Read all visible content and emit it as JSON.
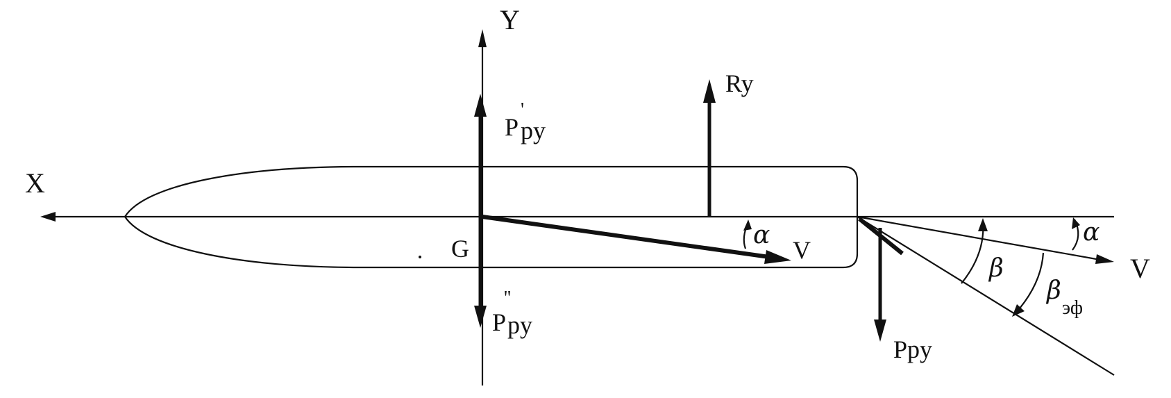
{
  "labels": {
    "x_axis": "X",
    "y_axis": "Y",
    "center": "G",
    "lift_force": "Ry",
    "force_upper_base": "P",
    "force_upper_prime": "'",
    "force_upper_sub": "py",
    "force_lower_base": "P",
    "force_lower_prime": "''",
    "force_lower_sub": "py",
    "rudder_force": "Ppy",
    "velocity_hull": "V",
    "velocity_rudder": "V",
    "alpha_hull": "α",
    "alpha_rudder": "α",
    "beta": "β",
    "beta_eff_base": "β",
    "beta_eff_sub": "эф"
  },
  "colors": {
    "ink": "#111111",
    "background": "#ffffff"
  }
}
